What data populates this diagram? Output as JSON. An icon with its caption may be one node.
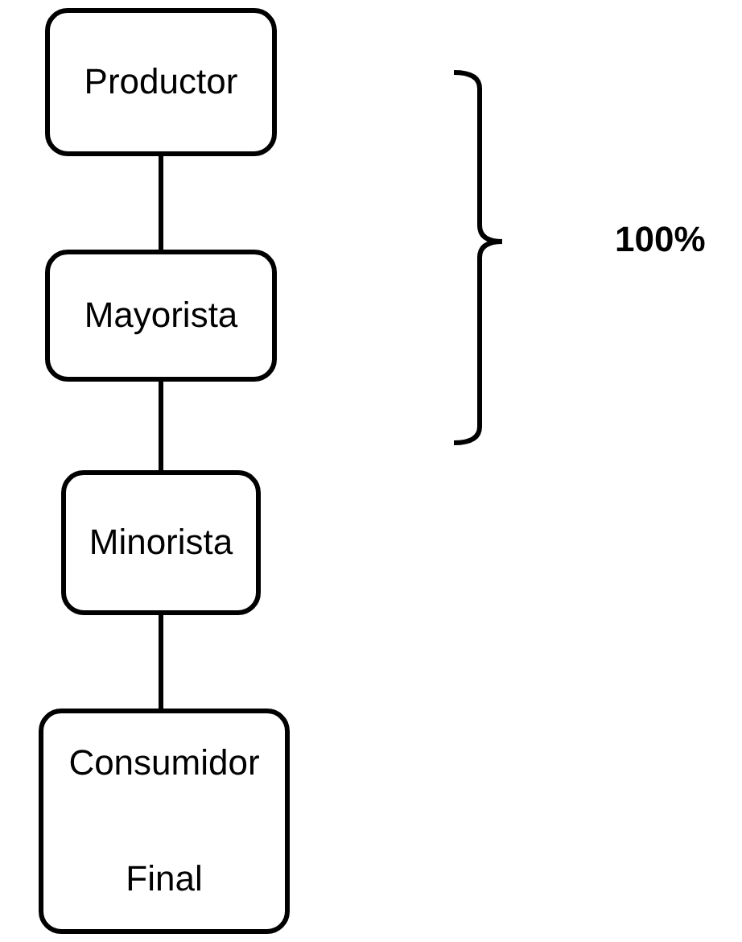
{
  "diagram": {
    "nodes": [
      {
        "text": [
          "Productor"
        ]
      },
      {
        "text": [
          "Mayorista"
        ]
      },
      {
        "text": [
          "Minorista"
        ]
      },
      {
        "text": [
          "Consumidor Final"
        ]
      }
    ],
    "edges": [
      {
        "from": 0,
        "to": 1,
        "arrow": "none"
      },
      {
        "from": 1,
        "to": 2,
        "arrow": "none"
      },
      {
        "from": 2,
        "to": 3,
        "arrow": "none"
      }
    ],
    "labels": [
      "100%"
    ]
  }
}
